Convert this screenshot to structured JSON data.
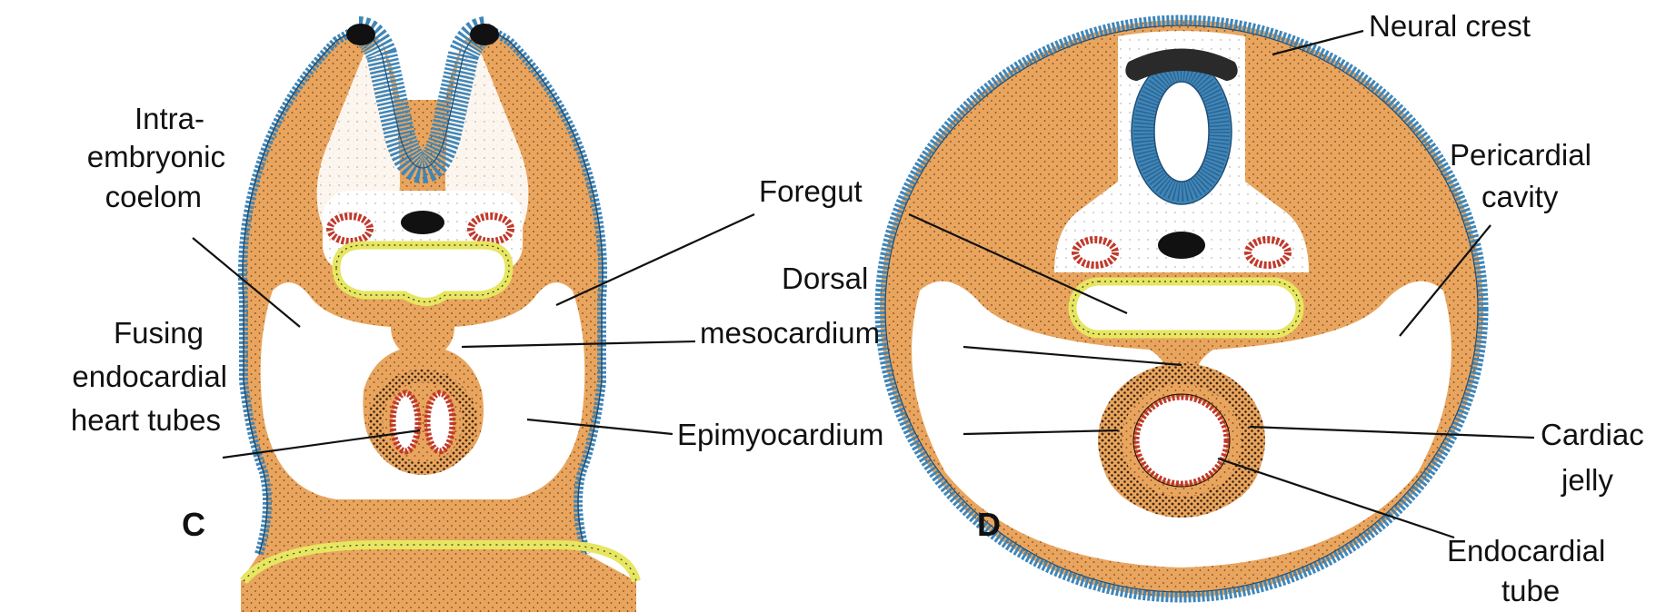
{
  "panels": [
    {
      "letter": "C"
    },
    {
      "letter": "D"
    }
  ],
  "labels": {
    "intra_embryonic_coelom": [
      "Intra-",
      "embryonic",
      "coelom"
    ],
    "foregut": "Foregut",
    "dorsal_mesocardium": [
      "Dorsal",
      "mesocardium"
    ],
    "fusing_heart_tubes": [
      "Fusing",
      "endocardial",
      "heart tubes"
    ],
    "epimyocardium": "Epimyocardium",
    "neural_crest": "Neural crest",
    "pericardial_cavity": [
      "Pericardial",
      "cavity"
    ],
    "cardiac_jelly": [
      "Cardiac",
      "jelly"
    ],
    "endocardial_tube": [
      "Endocardial",
      "tube"
    ]
  },
  "colors": {
    "ectoderm": "#3f86b8",
    "ectoderm_dark": "#1f4f78",
    "mesoderm": "#e9a55e",
    "mesoderm_dots": "#7a4a1e",
    "endoderm": "#e7e660",
    "notochord": "#111111",
    "vessel": "#c0392b",
    "myocardium_dots": "#3b2410",
    "neural_crest": "#2a2a2a"
  }
}
